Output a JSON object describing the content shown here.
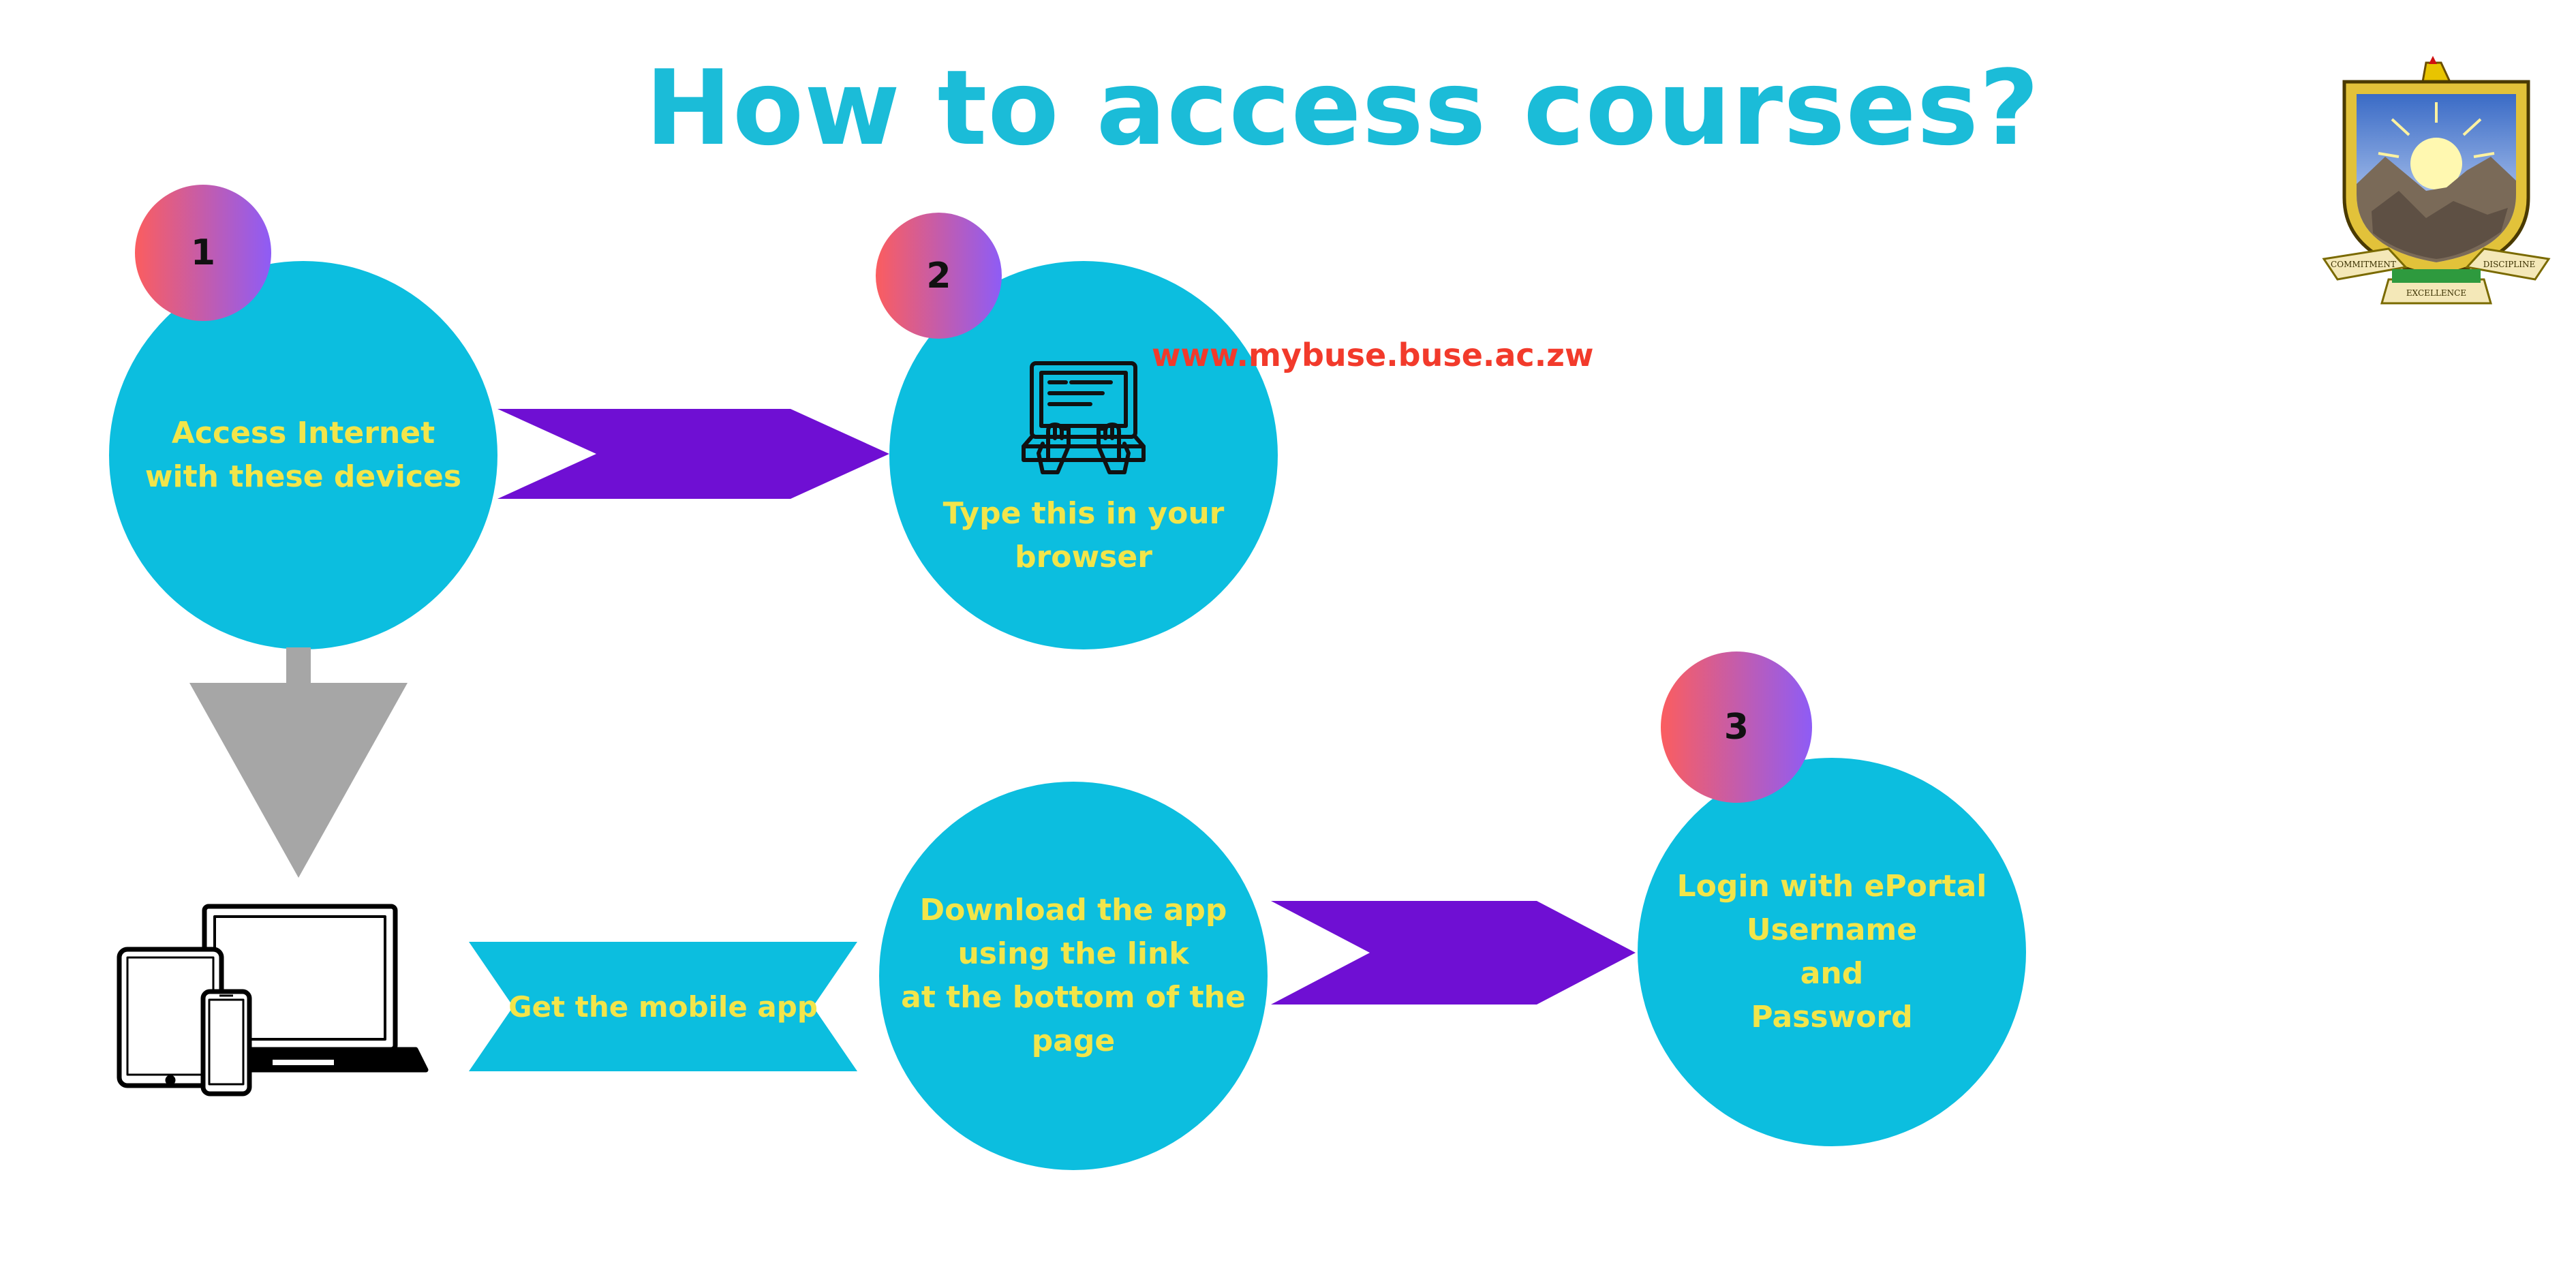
{
  "title": "How to access courses?",
  "url_text": "www.mybuse.buse.ac.zw",
  "steps": [
    {
      "number": "1",
      "text": "Access Internet\nwith these devices"
    },
    {
      "number": "2",
      "text": "Type this in your\nbrowser"
    },
    {
      "number": "3",
      "text": "Login with ePortal\nUsername\nand\nPassword"
    }
  ],
  "download_text": "Download the app\nusing the link\nat the bottom of the\npage",
  "mobile_app_label": "Get the mobile app",
  "crest": {
    "motto_left": "COMMITMENT",
    "motto_right": "DISCIPLINE",
    "motto_bottom": "EXCELLENCE"
  },
  "colors": {
    "title": "#1bbcd8",
    "circle": "#0cbedf",
    "circle_text": "#f2e54a",
    "arrow_purple": "#6f0fd3",
    "arrow_gray": "#a6a6a6",
    "url": "#f23a2b"
  },
  "icons": [
    "laptop-typing-icon",
    "devices-icon",
    "university-crest-logo"
  ]
}
